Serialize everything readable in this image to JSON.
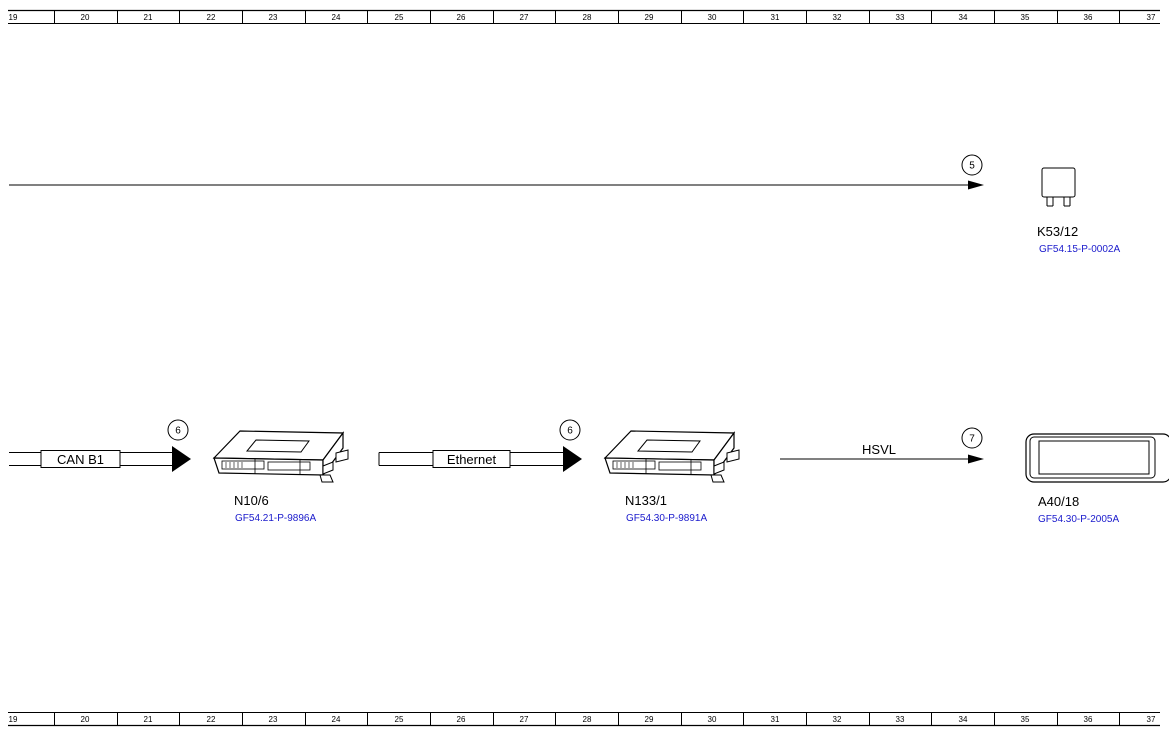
{
  "ruler": {
    "labels": [
      "19",
      "20",
      "21",
      "22",
      "23",
      "24",
      "25",
      "26",
      "27",
      "28",
      "29",
      "30",
      "31",
      "32",
      "33",
      "34",
      "35",
      "36",
      "37"
    ]
  },
  "connections": {
    "c5": "5",
    "c6a": "6",
    "c6b": "6",
    "c7": "7"
  },
  "buses": {
    "can": "CAN B1",
    "ethernet": "Ethernet",
    "hsvl": "HSVL"
  },
  "components": {
    "k53": {
      "name": "K53/12",
      "ref": "GF54.15-P-0002A"
    },
    "n10": {
      "name": "N10/6",
      "ref": "GF54.21-P-9896A"
    },
    "n133": {
      "name": "N133/1",
      "ref": "GF54.30-P-9891A"
    },
    "a40": {
      "name": "A40/18",
      "ref": "GF54.30-P-2005A"
    }
  }
}
